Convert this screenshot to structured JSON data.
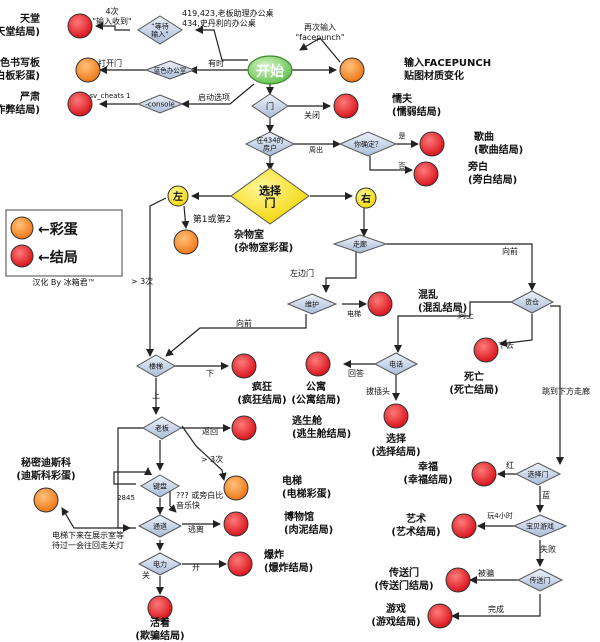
{
  "start": "开始",
  "diamonds": {
    "door": "门",
    "in434": [
      "在434的",
      "房户"
    ],
    "sure": "你确定？",
    "choose_door": [
      "选择",
      "门"
    ],
    "corridor": "走廊",
    "maintain": "维护",
    "cargo": "货仓",
    "stairs": "楼梯",
    "phone": "电话",
    "boss": "老板",
    "keyboard": "键盘",
    "select_door": "选择门",
    "passage": "通道",
    "treasure": "宝贝游戏",
    "power": "电力",
    "portal": "传送门",
    "wait_input": [
      "“等待",
      "输入”"
    ],
    "blue_office": "蓝色办公室",
    "console": "-console"
  },
  "yellow_nodes": {
    "left": "左",
    "right": "右"
  },
  "endings": {
    "heaven": [
      "天堂",
      "(天堂结局)"
    ],
    "whiteboard": [
      "白色书写板",
      "(白板彩蛋)"
    ],
    "serious": [
      "严肃",
      "(作弊结局)"
    ],
    "facepunch": [
      "输入FACEPUNCH",
      "贴图材质变化"
    ],
    "coward": [
      "懦夫",
      "(懦弱结局)"
    ],
    "song": [
      "歌曲",
      "(歌曲结局)"
    ],
    "narration": [
      "旁白",
      "(旁白结局)"
    ],
    "storage": [
      "杂物室",
      "(杂物室彩蛋)"
    ],
    "chaos": [
      "混乱",
      "(混乱结局)"
    ],
    "death": [
      "死亡",
      "(死亡结局)"
    ],
    "apartment": [
      "公寓",
      "(公寓结局)"
    ],
    "crazy": [
      "疯狂",
      "(疯狂结局)"
    ],
    "escape": [
      "逃生舱",
      "(逃生舱结局)"
    ],
    "choice": [
      "选择",
      "(选择结局)"
    ],
    "elevator": [
      "电梯",
      "(电梯彩蛋)"
    ],
    "happy": [
      "幸福",
      "(幸福结局)"
    ],
    "museum": [
      "博物馆",
      "(肉泥结局)"
    ],
    "dmitri": [
      "秘密迪斯科",
      "(迪斯科彩蛋)"
    ],
    "art": [
      "艺术",
      "(艺术结局)"
    ],
    "explosion": [
      "爆炸",
      "(爆炸结局)"
    ],
    "portal_end": [
      "传送门",
      "(传送门结局)"
    ],
    "alive": [
      "活着",
      "(欺骗结局)"
    ],
    "game": [
      "游戏",
      "(游戏结局)"
    ]
  },
  "legend": {
    "easter_egg": "←彩蛋",
    "ending": "←结局",
    "credit": "汉化 By 冰箱君™"
  },
  "labels": {
    "four_times": "4次",
    "input_received": "\"输入收到\"",
    "office_desk": [
      "419,423,老板助理办公桌",
      "434,史丹利的办公桌"
    ],
    "re_input": [
      "再次输入",
      "\"facepunch\""
    ],
    "open_door": "打开门",
    "sometimes": "有时",
    "sv_cheats": "sv_cheats 1",
    "launch_option": "启动选项",
    "close": "关闭",
    "go_out": "周出",
    "yes": "是",
    "no": "否",
    "first_or_second": "第1或第2",
    "left_door": "左边门",
    "forward": "向前",
    "gt3": "> 3次",
    "electric": "电梯",
    "forward2": "向前",
    "up": "向上",
    "down": "下去",
    "down2": "下",
    "answer": "回答",
    "unplug": "拔插头",
    "jump_down": "跳到下方走廊",
    "up2": "上",
    "return": "返回",
    "gt3b": "> 3次",
    "code": "2845",
    "unknown": [
      "??? 或旁白比",
      "音乐快"
    ],
    "escape2": "逃离",
    "red": "红",
    "blue": "蓝",
    "play4h": "玩4小时",
    "fail": "失败",
    "museum_note": [
      "电梯下来在展示室等",
      "待过一会往回走关灯"
    ],
    "off": "关",
    "on": "开",
    "wait": "被骗",
    "finish": "完成"
  }
}
